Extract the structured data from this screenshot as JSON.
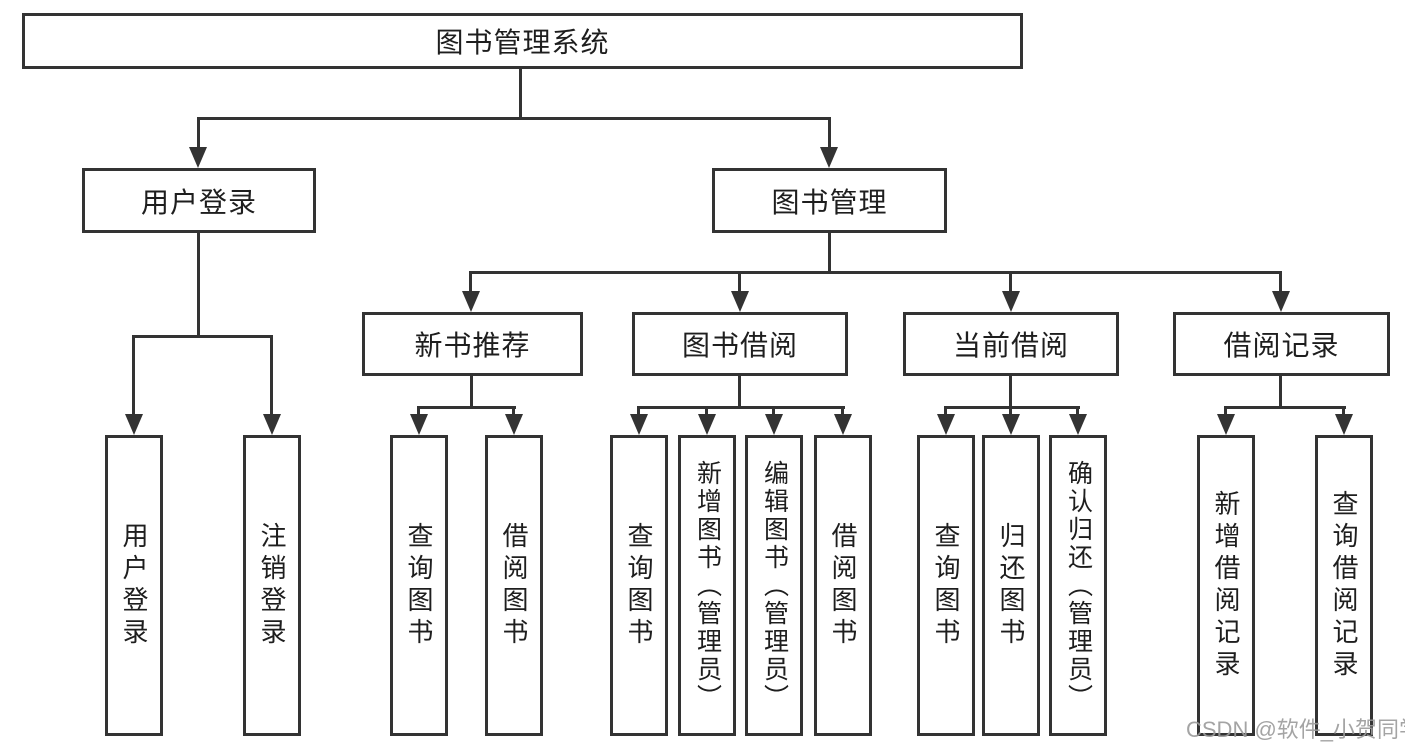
{
  "watermark": "CSDN @软件_小贺同学",
  "colors": {
    "line": "#333333",
    "text": "#1e1e1e",
    "watermark": "#9b9b9b",
    "background": "#ffffff"
  },
  "nodes": {
    "root": {
      "label": "图书管理系统"
    },
    "user_login": {
      "label": "用户登录",
      "children": [
        {
          "label": "用户登录"
        },
        {
          "label": "注销登录"
        }
      ]
    },
    "book_mgmt": {
      "label": "图书管理",
      "children": [
        {
          "label": "新书推荐",
          "children": [
            {
              "label": "查询图书"
            },
            {
              "label": "借阅图书"
            }
          ]
        },
        {
          "label": "图书借阅",
          "children": [
            {
              "label": "查询图书"
            },
            {
              "label": "新增图书（管理员）"
            },
            {
              "label": "编辑图书（管理员）"
            },
            {
              "label": "借阅图书"
            }
          ]
        },
        {
          "label": "当前借阅",
          "children": [
            {
              "label": "查询图书"
            },
            {
              "label": "归还图书"
            },
            {
              "label": "确认归还（管理员）"
            }
          ]
        },
        {
          "label": "借阅记录",
          "children": [
            {
              "label": "新增借阅记录"
            },
            {
              "label": "查询借阅记录"
            }
          ]
        }
      ]
    }
  }
}
